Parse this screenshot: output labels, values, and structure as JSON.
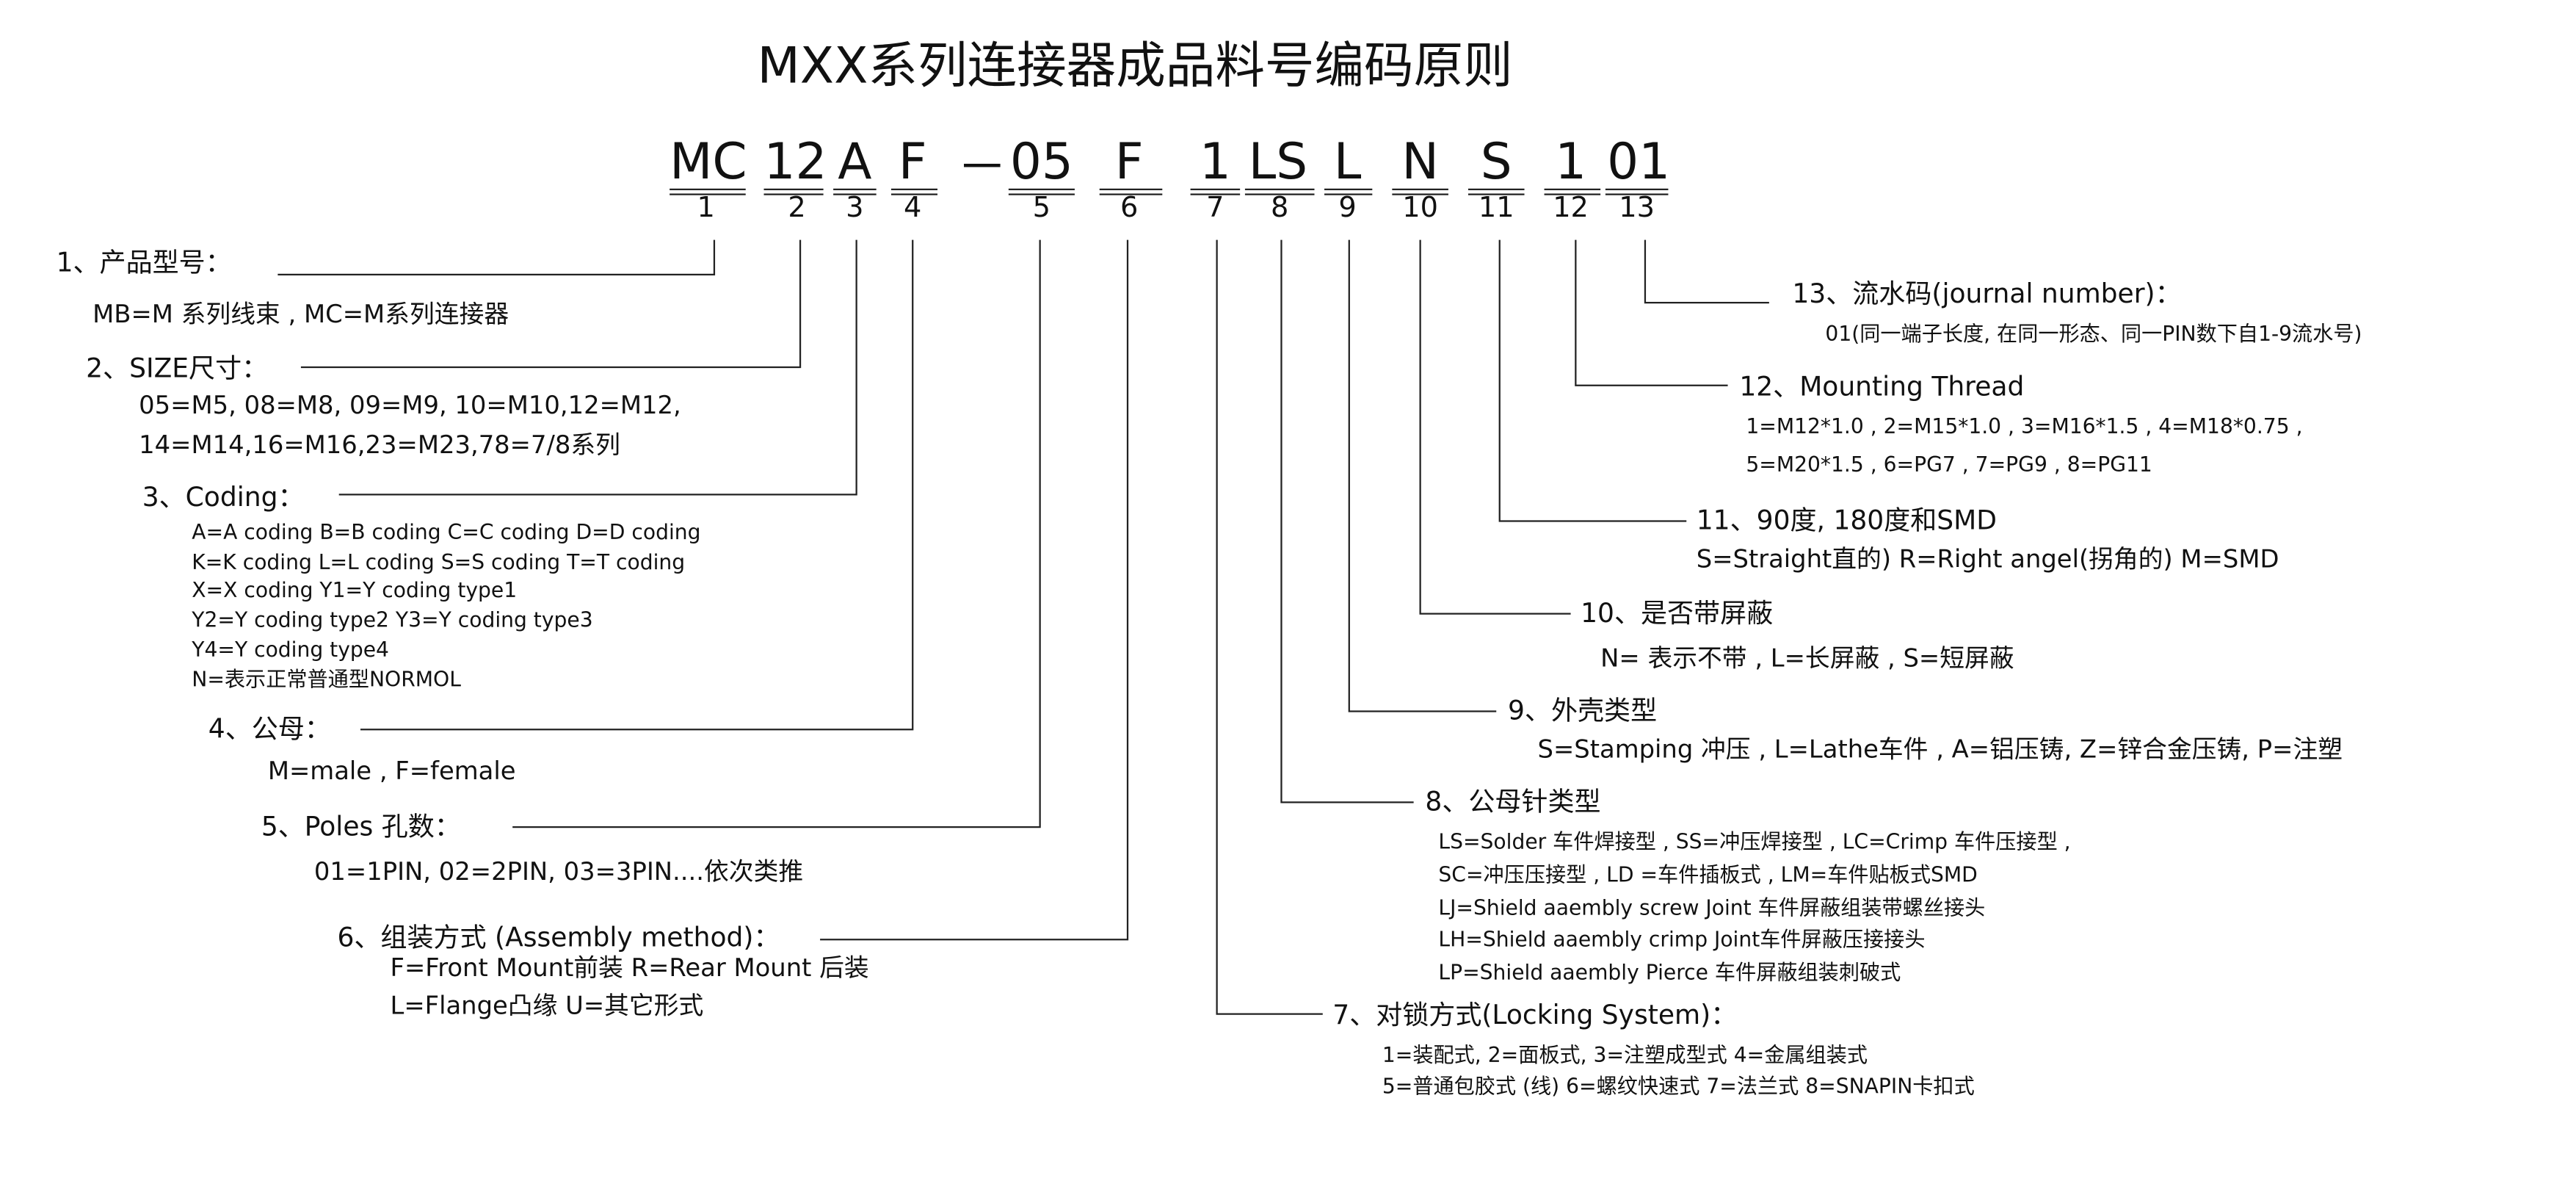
{
  "title": "MXX系列连接器成品料号编码原则",
  "code_segments": [
    {
      "code": "MC",
      "index": "1"
    },
    {
      "code": "12",
      "index": "2"
    },
    {
      "code": "A",
      "index": "3"
    },
    {
      "code": "F",
      "index": "4"
    },
    {
      "code": "05",
      "index": "5"
    },
    {
      "code": "F",
      "index": "6"
    },
    {
      "code": "1",
      "index": "7"
    },
    {
      "code": "LS",
      "index": "8"
    },
    {
      "code": "L",
      "index": "9"
    },
    {
      "code": "N",
      "index": "10"
    },
    {
      "code": "S",
      "index": "11"
    },
    {
      "code": "1",
      "index": "12"
    },
    {
      "code": "01",
      "index": "13"
    }
  ],
  "sections": [
    {
      "heading": "1、产品型号：",
      "lines": [
        "MB=M  系列线束 , MC=M系列连接器"
      ]
    },
    {
      "heading": "2、SIZE尺寸：",
      "lines": [
        "05=M5, 08=M8, 09=M9, 10=M10,12=M12,",
        "14=M14,16=M16,23=M23,78=7/8系列"
      ]
    },
    {
      "heading": "3、Coding：",
      "lines": [
        "A=A coding  B=B coding  C=C coding  D=D coding",
        "K=K coding  L=L coding  S=S coding  T=T coding",
        "X=X coding    Y1=Y coding  type1",
        "Y2=Y coding  type2   Y3=Y coding  type3",
        "Y4=Y coding  type4",
        "N=表示正常普通型NORMOL"
      ]
    },
    {
      "heading": "4、公母：",
      "lines": [
        "M=male , F=female"
      ]
    },
    {
      "heading": "5、Poles 孔数：",
      "lines": [
        "01=1PIN, 02=2PIN, 03=3PIN....依次类推"
      ]
    },
    {
      "heading": "6、组装方式 (Assembly method)：",
      "lines": [
        "F=Front  Mount前装   R=Rear Mount 后装",
        "L=Flange凸缘   U=其它形式"
      ]
    },
    {
      "heading": "7、对锁方式(Locking System)：",
      "lines": [
        "1=装配式, 2=面板式, 3=注塑成型式 4=金属组装式",
        "5=普通包胶式 (线)  6=螺纹快速式  7=法兰式 8=SNAPIN卡扣式"
      ]
    },
    {
      "heading": "8、公母针类型",
      "lines": [
        "LS=Solder 车件焊接型 , SS=冲压焊接型 , LC=Crimp 车件压接型 ,",
        "SC=冲压压接型 , LD =车件插板式 , LM=车件贴板式SMD",
        "LJ=Shield aaembly screw Joint 车件屏蔽组装带螺丝接头",
        "LH=Shield aaembly crimp  Joint车件屏蔽压接接头",
        "LP=Shield aaembly Pierce 车件屏蔽组装刺破式"
      ]
    },
    {
      "heading": "9、外壳类型",
      "lines": [
        "S=Stamping 冲压 , L=Lathe车件 , A=铝压铸, Z=锌合金压铸, P=注塑"
      ]
    },
    {
      "heading": "10、是否带屏蔽",
      "lines": [
        "N= 表示不带 , L=长屏蔽 , S=短屏蔽"
      ]
    },
    {
      "heading": "11、90度, 180度和SMD",
      "lines": [
        "S=Straight直的)   R=Right angel(拐角的)    M=SMD"
      ]
    },
    {
      "heading": "12、Mounting Thread",
      "lines": [
        "1=M12*1.0 , 2=M15*1.0 , 3=M16*1.5 , 4=M18*0.75 ,",
        "5=M20*1.5 , 6=PG7 , 7=PG9  , 8=PG11"
      ]
    },
    {
      "heading": "13、流水码(journal number)：",
      "lines": [
        "01(同一端子长度, 在同一形态、同一PIN数下自1-9流水号)"
      ]
    }
  ]
}
